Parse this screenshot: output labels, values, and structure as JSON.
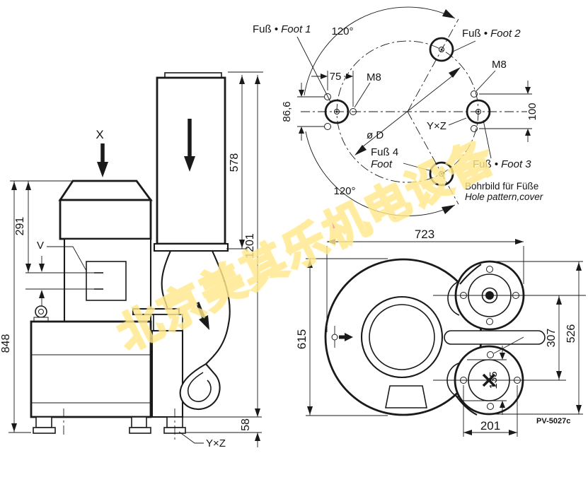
{
  "watermark": {
    "text": "北京美其乐机电设备",
    "fill": "#ef8f8f",
    "outline": "#ffe98c"
  },
  "side_view": {
    "x_label": "X",
    "v_label": "V",
    "dim_578": "578",
    "dim_1201": "1201",
    "dim_291": "291",
    "dim_848": "848",
    "dim_58": "58",
    "foot_label": "Y×Z"
  },
  "hole_pattern": {
    "foot1_de": "Fuß •",
    "foot1_en": "Foot 1",
    "foot2_de": "Fuß •",
    "foot2_en": "Foot 2",
    "foot3_de": "Fuß •",
    "foot3_en": "Foot 3",
    "foot4_line1": "Fuß 4",
    "foot4_line2": "Foot",
    "angle_top": "120°",
    "angle_bottom": "120°",
    "dim_75": "75",
    "m8_left": "M8",
    "m8_right": "M8",
    "dim_866": "86,6",
    "dim_100": "100",
    "diameter": "ø D",
    "yz": "Y×Z",
    "caption_de": "Bohrbild für Füße",
    "caption_en": "Hole pattern,cover"
  },
  "top_view": {
    "dim_723": "723",
    "dim_615": "615",
    "dim_526": "526",
    "dim_307": "307",
    "dim_135": "135",
    "dim_201": "201",
    "code": "PV-5027c"
  },
  "colors": {
    "line": "#1a1a1a"
  }
}
